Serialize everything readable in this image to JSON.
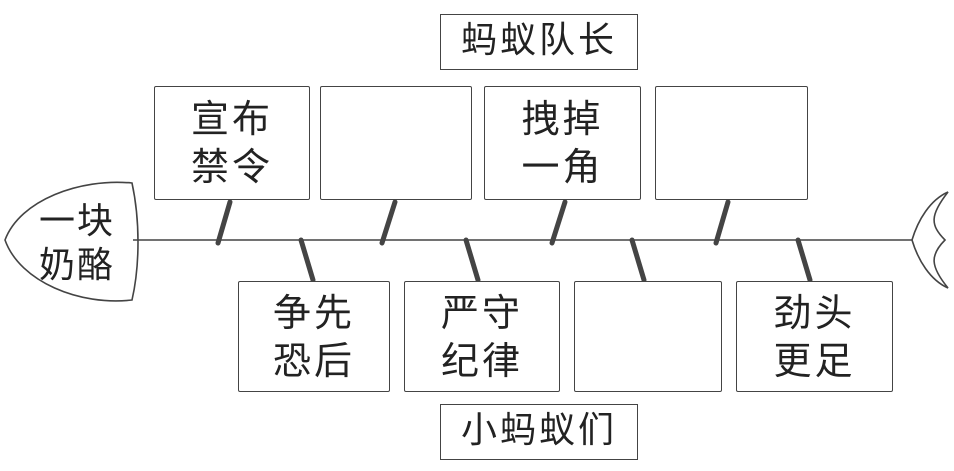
{
  "top_title": "蚂蚁队长",
  "bottom_title": "小蚂蚁们",
  "head": {
    "line1": "一块",
    "line2": "奶酪"
  },
  "top_boxes": [
    {
      "line1": "宣布",
      "line2": "禁令"
    },
    {
      "line1": "",
      "line2": ""
    },
    {
      "line1": "拽掉",
      "line2": "一角"
    },
    {
      "line1": "",
      "line2": ""
    }
  ],
  "bottom_boxes": [
    {
      "line1": "争先",
      "line2": "恐后"
    },
    {
      "line1": "严守",
      "line2": "纪律"
    },
    {
      "line1": "",
      "line2": ""
    },
    {
      "line1": "劲头",
      "line2": "更足"
    }
  ]
}
